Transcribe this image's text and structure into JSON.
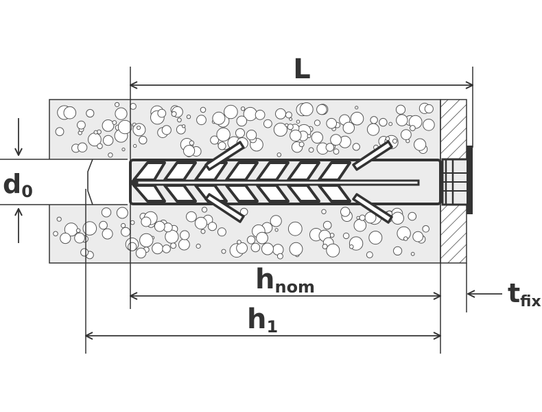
{
  "diagram": {
    "labels": {
      "L": "L",
      "d0_main": "d",
      "d0_sub": "0",
      "hnom_main": "h",
      "hnom_sub": "nom",
      "h1_main": "h",
      "h1_sub": "1",
      "tfix_main": "t",
      "tfix_sub": "fix"
    },
    "colors": {
      "line": "#333333",
      "fill_base": "#ececec",
      "bubble": "#ffffff",
      "background": "#ffffff"
    }
  }
}
